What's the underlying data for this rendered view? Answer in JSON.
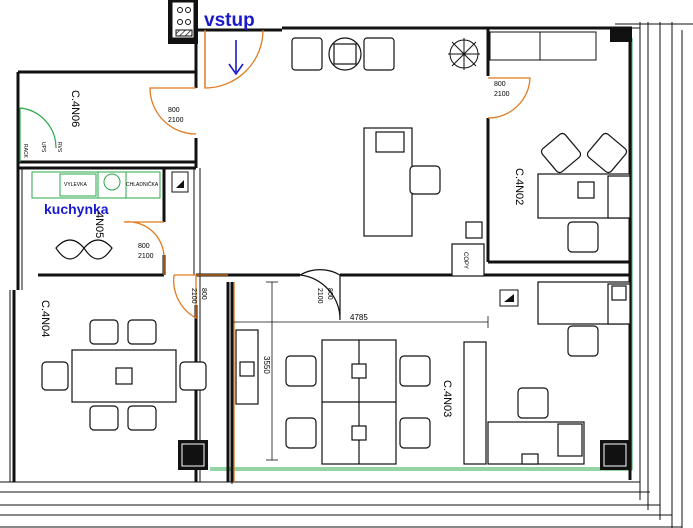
{
  "labels": {
    "entrance": "vstup",
    "kitchenette": "kuchynka"
  },
  "rooms": {
    "r06": "C.4N06",
    "r05": "4N05",
    "r02": "C.4N02",
    "r04": "C.4N04",
    "r03": "C.4N03"
  },
  "doors": {
    "d1_w": "800",
    "d1_h": "2100",
    "d2_w": "800",
    "d2_h": "2100",
    "d3_w": "800",
    "d3_h": "2100",
    "d4_w": "800",
    "d4_h": "2100",
    "d5_w": "800",
    "d5_h": "2100"
  },
  "small_labels": {
    "copy": "COPY",
    "sink": "VYLEVKA",
    "fridge": "CHLADNIČKA",
    "ups": "UPS",
    "rvs": "RVS",
    "rack": "RACK"
  },
  "dimensions": {
    "horizontal": "4785",
    "vertical": "3550"
  },
  "colors": {
    "door": "#e07a1f",
    "label_blue": "#1a1acc",
    "green": "#2aa84a",
    "wall": "#111111"
  }
}
